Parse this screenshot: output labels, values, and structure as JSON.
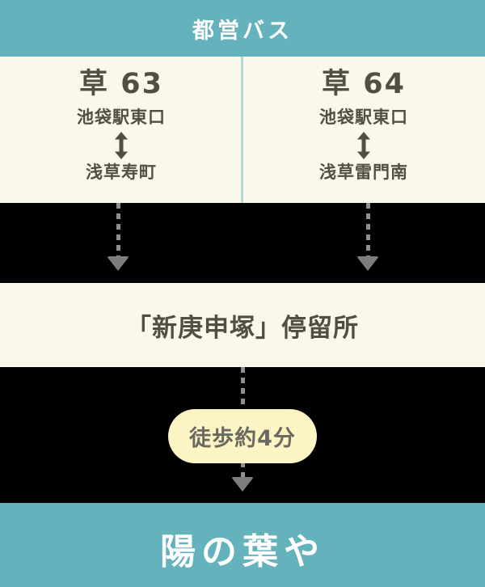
{
  "header": {
    "title": "都営バス"
  },
  "routes": {
    "left": {
      "number": "草 63",
      "from": "池袋駅東口",
      "to": "浅草寿町"
    },
    "right": {
      "number": "草 64",
      "from": "池袋駅東口",
      "to": "浅草雷門南"
    }
  },
  "stop": {
    "name": "「新庚申塚」停留所"
  },
  "walk": {
    "badge": "徒歩約4分"
  },
  "destination": {
    "name": "陽の葉や"
  },
  "icons": {
    "updown_arrow": "両方向矢印 (up-down arrow)",
    "dashed_down_arrow": "破線下矢印 (dashed down arrow)"
  },
  "colors": {
    "teal": "#64b2bb",
    "cream": "#f9f8ea",
    "band_black": "#000000",
    "dark_text": "#514e44",
    "divider": "#b5d8da",
    "arrow_gray": "#8f8f8f",
    "arrowhead_gray": "#7d7d7d",
    "badge_yellow": "#fcf4c4",
    "badge_text": "#6a6960",
    "white_text": "#ffffff"
  }
}
